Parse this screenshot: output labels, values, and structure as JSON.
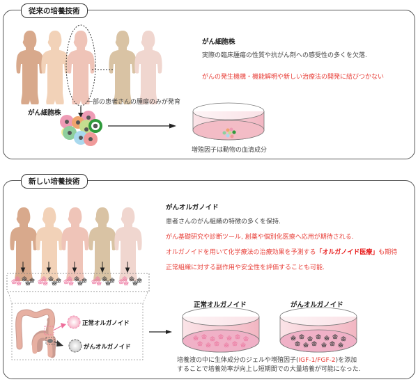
{
  "sections": {
    "old": {
      "title": "従来の培養技術",
      "heading": "がん細胞株",
      "description": "実際の臨床腫瘍の性質や抗がん剤への感受性の多くを欠落.",
      "problem": "がんの発生機構・機能解明や新しい治療法の開発に結びつかない",
      "arrow_note": "一部の患者さんの腫瘍のみが発育",
      "cluster_label": "がん細胞株",
      "dish_caption": "増殖因子は動物の血清成分"
    },
    "new": {
      "title": "新しい培養技術",
      "heading": "がんオルガノイド",
      "description": "患者さんのがん組織の特徴の多くを保持.",
      "points": [
        "がん基礎研究や診断ツール, 創薬や個別化医療へ応用が期待される.",
        "オルガノイドを用いて化学療法の治療効果を予測する",
        "正常組織に対する副作用や安全性を評価することも可能."
      ],
      "highlight_term": "「オルガノイド医療」",
      "highlight_suffix": "も期待",
      "colon_normal_label": "正常オルガノイド",
      "colon_cancer_label": "がんオルガノイド",
      "dish_normal_label": "正常オルガノイド",
      "dish_cancer_label": "がんオルガノイド",
      "caption_line1_prefix": "培養液の中に生体成分のジェルや増殖因子(",
      "caption_factor": "IGF-1/FGF-2",
      "caption_line1_suffix": ")を添加",
      "caption_line2": "することで培養効率が向上し短期間での大量培養が可能になった."
    }
  },
  "colors": {
    "skin_tones": [
      "#d8a98c",
      "#f2d2b8",
      "#efc4b8",
      "#d9c3a4",
      "#f0d6cf"
    ],
    "accent_red": "#e8403a",
    "dish_pink": "#f4c3cb",
    "cell_colors": [
      "#ee9bb5",
      "#f0a46e",
      "#c5dd8f",
      "#2f9a3b",
      "#8fcf9e",
      "#a9d9ee",
      "#f09a9a",
      "#f6ee9a"
    ]
  }
}
